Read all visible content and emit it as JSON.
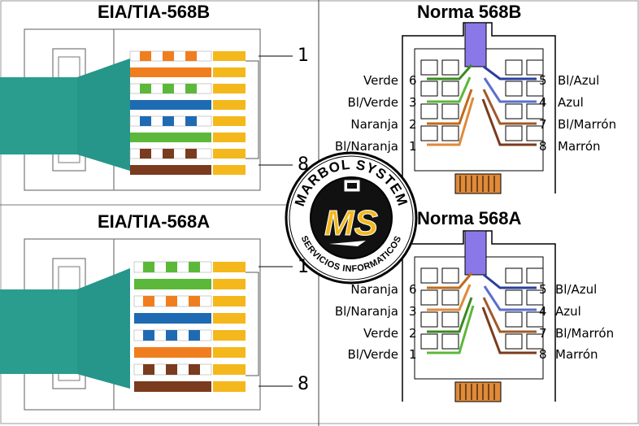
{
  "titles": {
    "top_left": "EIA/TIA-568B",
    "bottom_left": "EIA/TIA-568A",
    "top_right": "Norma 568B",
    "bottom_right": "Norma 568A"
  },
  "plug_pins": {
    "first": "1",
    "last": "8"
  },
  "norma_568b": {
    "left": [
      {
        "label": "Verde",
        "pin": "6"
      },
      {
        "label": "Bl/Verde",
        "pin": "3"
      },
      {
        "label": "Naranja",
        "pin": "2"
      },
      {
        "label": "Bl/Naranja",
        "pin": "1"
      }
    ],
    "right": [
      {
        "label": "Bl/Azul",
        "pin": "5"
      },
      {
        "label": "Azul",
        "pin": "4"
      },
      {
        "label": "Bl/Marrón",
        "pin": "7"
      },
      {
        "label": "Marrón",
        "pin": "8"
      }
    ]
  },
  "norma_568a": {
    "left": [
      {
        "label": "Naranja",
        "pin": "6"
      },
      {
        "label": "Bl/Naranja",
        "pin": "3"
      },
      {
        "label": "Verde",
        "pin": "2"
      },
      {
        "label": "Bl/Verde",
        "pin": "1"
      }
    ],
    "right": [
      {
        "label": "Bl/Azul",
        "pin": "5"
      },
      {
        "label": "Azul",
        "pin": "4"
      },
      {
        "label": "Bl/Marrón",
        "pin": "7"
      },
      {
        "label": "Marrón",
        "pin": "8"
      }
    ]
  },
  "logo": {
    "top_text": "MARBOL SYSTEM",
    "bottom_text": "SERVICIOS INFORMATICOS",
    "initials": "MS"
  },
  "colors": {
    "cable_teal": "#2a9d8f",
    "orange": "#f07e1f",
    "green": "#5cb83a",
    "blue": "#1f6bb3",
    "brown": "#7a3b1e",
    "gold": "#f4b81c",
    "connector_purple": "#8b78e8"
  }
}
